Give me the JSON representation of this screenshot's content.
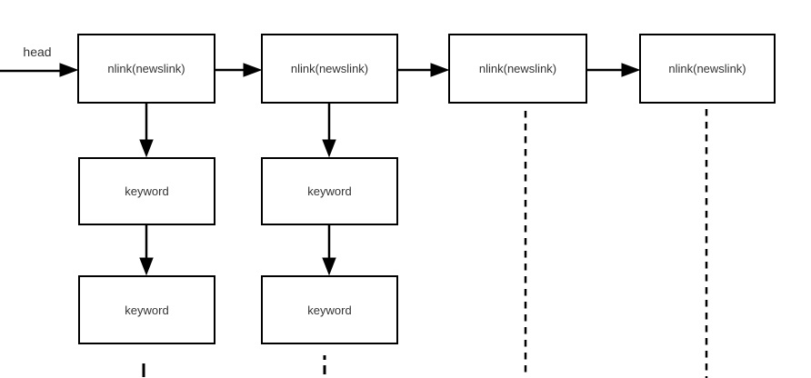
{
  "head_label": "head",
  "columns": [
    {
      "node_label": "nlink(newslink)",
      "keywords": [
        "keyword",
        "keyword"
      ],
      "continues": true
    },
    {
      "node_label": "nlink(newslink)",
      "keywords": [
        "keyword",
        "keyword"
      ],
      "continues": true
    },
    {
      "node_label": "nlink(newslink)",
      "keywords": [],
      "continues": true
    },
    {
      "node_label": "nlink(newslink)",
      "keywords": [],
      "continues": true
    }
  ],
  "colors": {
    "line": "#000000",
    "text": "#333333",
    "background": "#ffffff",
    "node_fill": "#ffffff"
  }
}
